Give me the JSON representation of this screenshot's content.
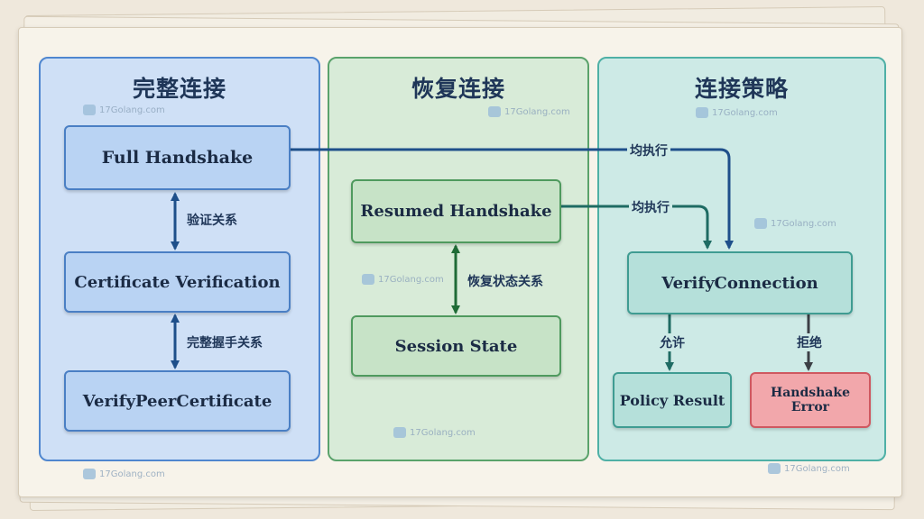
{
  "panels": {
    "full": {
      "title": "完整连接"
    },
    "resume": {
      "title": "恢复连接"
    },
    "policy": {
      "title": "连接策略"
    }
  },
  "nodes": {
    "full_handshake": "Full Handshake",
    "certificate_verification": "Certificate Verification",
    "verify_peer_certificate": "VerifyPeerCertificate",
    "resumed_handshake": "Resumed Handshake",
    "session_state": "Session State",
    "verify_connection": "VerifyConnection",
    "policy_result": "Policy Result",
    "handshake_error": "Handshake Error"
  },
  "edges": {
    "verify_relation": "验证关系",
    "full_handshake_relation": "完整握手关系",
    "resume_state_relation": "恢复状态关系",
    "exec_from_full": "均执行",
    "exec_from_resumed": "均执行",
    "allow": "允许",
    "deny": "拒绝"
  },
  "watermark": "17Golang.com",
  "colors": {
    "blue_panel": "#cfe0f6",
    "green_panel": "#d8ebd8",
    "teal_panel": "#cdeae6",
    "arrow_blue": "#1e4f8a",
    "arrow_green": "#1f6b36",
    "error_red": "#f2a7ab"
  }
}
